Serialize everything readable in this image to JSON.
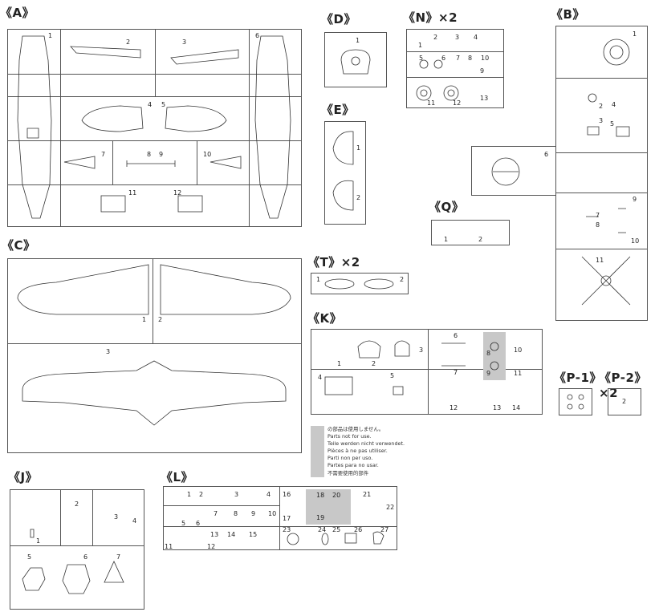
{
  "sprues": {
    "A": {
      "label": "《A》",
      "numbers": [
        "1",
        "2",
        "3",
        "4",
        "5",
        "6",
        "7",
        "8",
        "9",
        "10",
        "11",
        "12"
      ]
    },
    "B": {
      "label": "《B》",
      "numbers": [
        "1",
        "2",
        "3",
        "4",
        "5",
        "6",
        "7",
        "8",
        "9",
        "10",
        "11"
      ]
    },
    "C": {
      "label": "《C》",
      "numbers": [
        "1",
        "2",
        "3"
      ]
    },
    "D": {
      "label": "《D》",
      "numbers": [
        "1"
      ]
    },
    "E": {
      "label": "《E》",
      "numbers": [
        "1",
        "2"
      ]
    },
    "N": {
      "label": "《N》×2",
      "numbers": [
        "1",
        "2",
        "3",
        "4",
        "5",
        "6",
        "7",
        "8",
        "9",
        "10",
        "11",
        "12",
        "13"
      ]
    },
    "Q": {
      "label": "《Q》",
      "numbers": [
        "1",
        "2"
      ]
    },
    "T": {
      "label": "《T》×2",
      "numbers": [
        "1",
        "2"
      ]
    },
    "K": {
      "label": "《K》",
      "numbers": [
        "1",
        "2",
        "3",
        "4",
        "5",
        "6",
        "7",
        "8",
        "9",
        "10",
        "11",
        "12",
        "13",
        "14"
      ]
    },
    "P1": {
      "label": "《P-1》"
    },
    "P2": {
      "label": "《P-2》×2",
      "numbers": [
        "2"
      ]
    },
    "J": {
      "label": "《J》",
      "numbers": [
        "1",
        "2",
        "3",
        "4",
        "5",
        "6",
        "7"
      ]
    },
    "L": {
      "label": "《L》",
      "numbers": [
        "1",
        "2",
        "3",
        "4",
        "5",
        "6",
        "7",
        "8",
        "9",
        "10",
        "11",
        "12",
        "13",
        "14",
        "15",
        "16",
        "17",
        "18",
        "19",
        "20",
        "21",
        "22",
        "23",
        "24",
        "25",
        "26",
        "27"
      ]
    }
  },
  "note": {
    "lines": [
      "の部品は使用しません。",
      "Parts not for use.",
      "Teile werden nicht verwendet.",
      "Pièces à ne pas utiliser.",
      "Parti non per uso.",
      "Partes para no usar.",
      "不需要使用的部件"
    ],
    "swatch_color": "#c8c8c8"
  }
}
